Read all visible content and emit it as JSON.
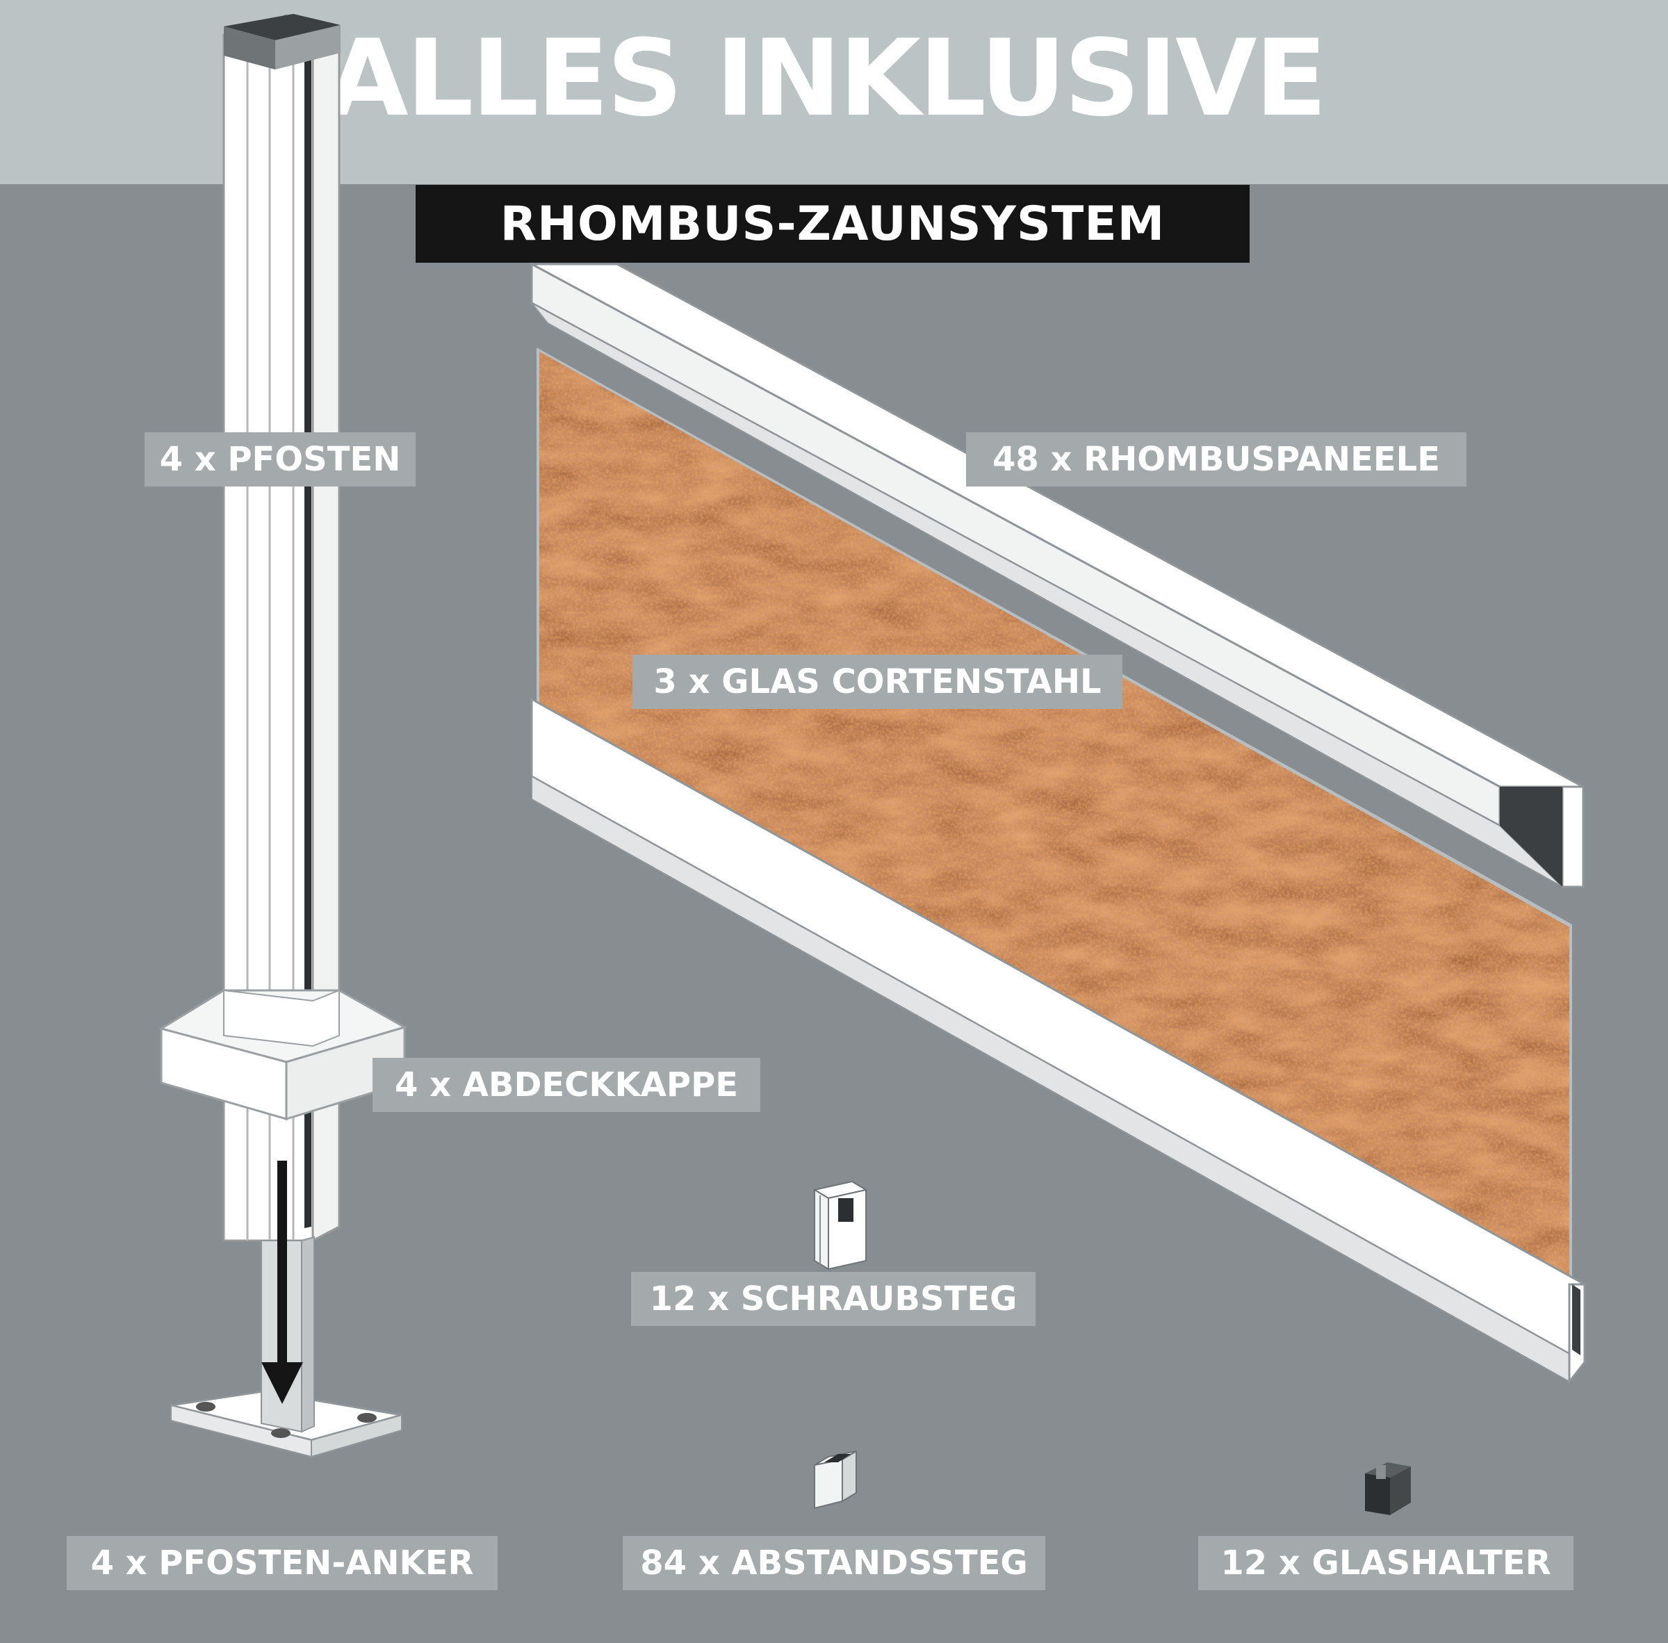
{
  "header": {
    "title": "ALLES INKLUSIVE",
    "subtitle": "RHOMBUS-ZAUNSYSTEM"
  },
  "components": {
    "pfosten": "4 x PFOSTEN",
    "rhombuspaneele": "48 x RHOMBUSPANEELE",
    "glas": "3 x GLAS CORTENSTAHL",
    "abdeckkappe": "4 x ABDECKKAPPE",
    "schraubsteg": "12 x SCHRAUBSTEG",
    "pfosten_anker": "4 x PFOSTEN-ANKER",
    "abstandssteg": "84 x ABSTANDSSTEG",
    "glashalter": "12 x GLASHALTER"
  },
  "colors": {
    "background": "#878d90",
    "header_band": "#bcc3c5",
    "subtitle_box": "#151515",
    "label_box": "#a4a9ab",
    "corten": "#a4521f"
  },
  "icons": [
    "post-icon",
    "rail-icon",
    "corten-glass-icon",
    "cap-icon",
    "screw-web-icon",
    "spacer-icon",
    "glass-holder-icon",
    "anchor-icon",
    "arrow-down-icon"
  ]
}
